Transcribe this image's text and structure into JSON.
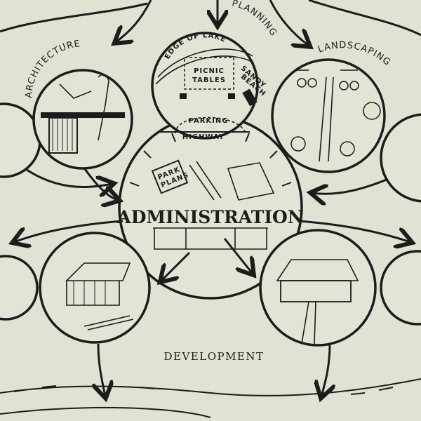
{
  "labels": {
    "architecture": "ARCHITECTURE",
    "planning": "PLANNING",
    "landscaping": "LANDSCAPING",
    "administration": "ADMINISTRATION",
    "development": "DEVELOPMENT"
  },
  "planning_map": {
    "lake": "EDGE OF LAKE",
    "beach_line1": "SANDY",
    "beach_line2": "BEACH",
    "picnic_line1": "PICNIC",
    "picnic_line2": "TABLES",
    "parking": "PARKING",
    "highway": "HIGHWAY"
  },
  "administration_desk": {
    "book_line1": "PARK",
    "book_line2": "PLANS"
  },
  "colors": {
    "paper": "#dfe3d3",
    "ink": "#1c1c1c"
  }
}
